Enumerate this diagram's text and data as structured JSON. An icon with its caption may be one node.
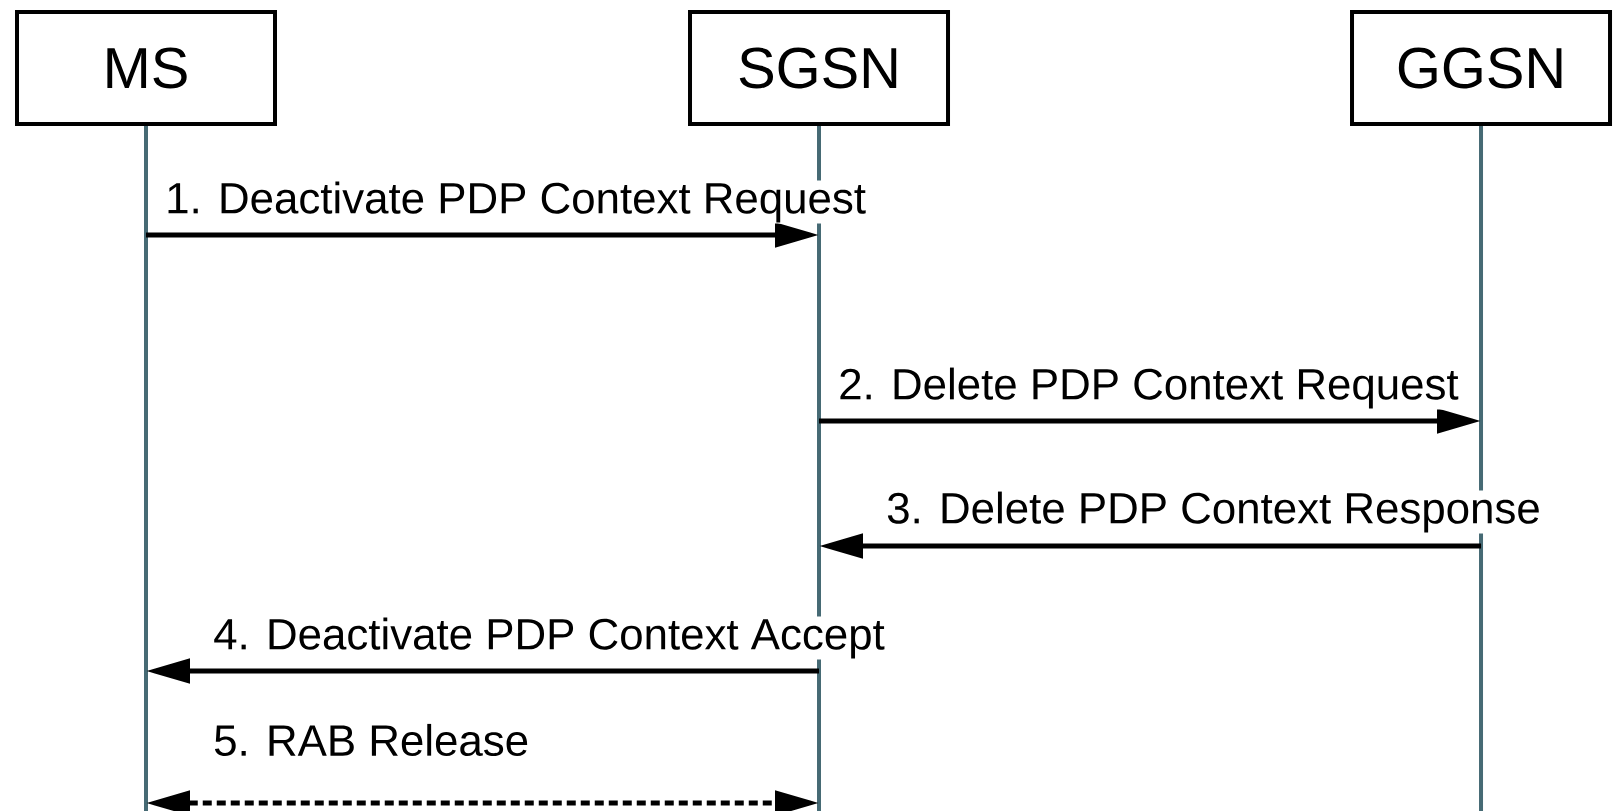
{
  "diagram": {
    "nodes": [
      {
        "text": [
          "MS"
        ]
      },
      {
        "text": [
          "SGSN"
        ]
      },
      {
        "text": [
          "GGSN"
        ]
      }
    ],
    "edges": [
      {
        "from": 0,
        "to": 1,
        "arrow": "to",
        "label": "1. Deactivate PDP Context Request"
      },
      {
        "from": 1,
        "to": 2,
        "arrow": "to",
        "label": "2. Delete PDP Context Request"
      },
      {
        "from": 2,
        "to": 1,
        "arrow": "to",
        "label": "3. Delete PDP Context Response"
      },
      {
        "from": 1,
        "to": 0,
        "arrow": "to",
        "label": "4. Deactivate PDP Context Accept"
      },
      {
        "from": 0,
        "to": 1,
        "arrow": "both",
        "label": "5. RAB Release",
        "style": "dashed"
      }
    ]
  }
}
